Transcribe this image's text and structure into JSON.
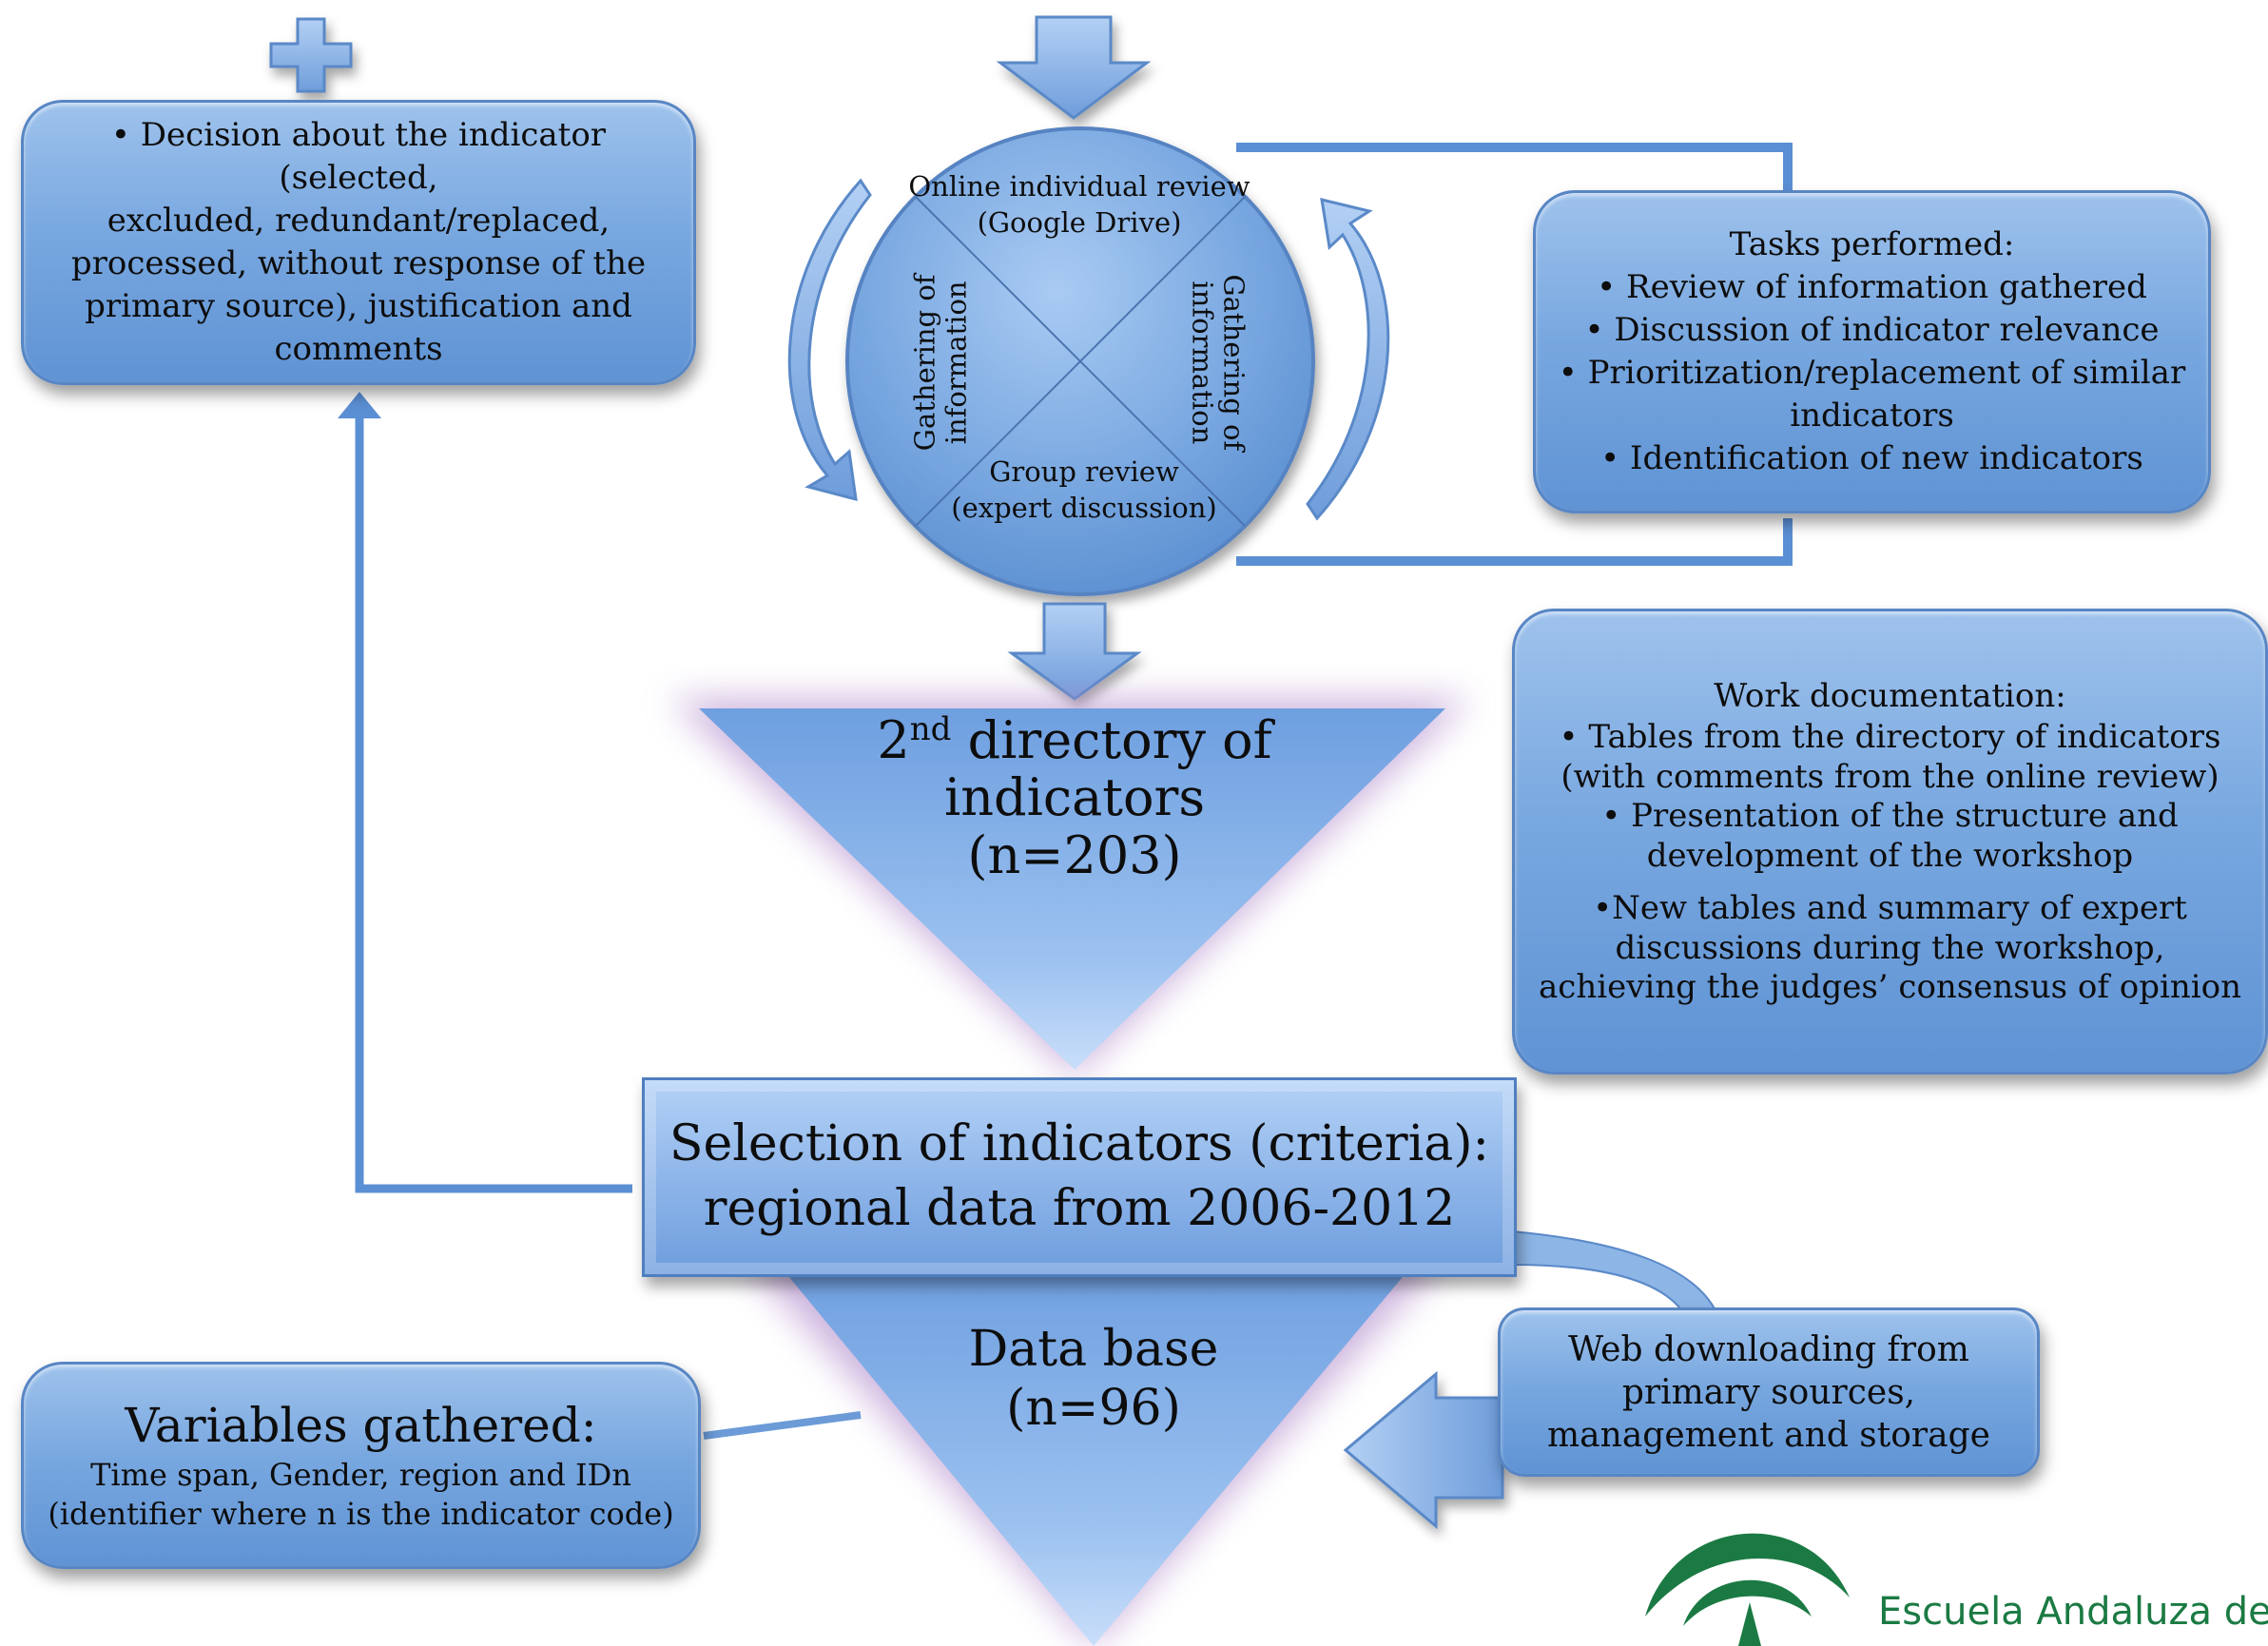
{
  "decision_box": {
    "line1": "• Decision about the indicator (selected,",
    "line2": "excluded, redundant/replaced,",
    "line3": "processed, without response of the",
    "line4": "primary source), justification and",
    "line5": "comments"
  },
  "cycle": {
    "top_label_1": "Online individual review",
    "top_label_2": "(Google Drive)",
    "left_label_1": "Gathering of",
    "left_label_2": "information",
    "right_label_1": "Gathering of",
    "right_label_2": "information",
    "bottom_label_1": "Group review",
    "bottom_label_2": "(expert discussion)"
  },
  "tasks_box": {
    "title": "Tasks performed:",
    "item1": "• Review of information gathered",
    "item2": "• Discussion of indicator relevance",
    "item3": "• Prioritization/replacement of similar",
    "item3b": "indicators",
    "item4": "• Identification of new indicators"
  },
  "directory": {
    "ordinal": "2",
    "ordinal_suffix": "nd",
    "line1_rest": " directory of",
    "line2": "indicators",
    "line3": "(n=203)"
  },
  "documentation_box": {
    "title": "Work documentation:",
    "l1": "• Tables from the directory of indicators",
    "l2": "(with comments from the online review)",
    "l3": "• Presentation of the structure and",
    "l4": "development of the workshop",
    "l5": "•New tables and summary of expert",
    "l6": "discussions during the workshop,",
    "l7": "achieving the judges’ consensus of opinion"
  },
  "selection_box": {
    "line1": "Selection of indicators (criteria):",
    "line2": "regional data from 2006-2012"
  },
  "database": {
    "line1": "Data base",
    "line2": "(n=96)"
  },
  "variables_box": {
    "title": "Variables gathered:",
    "line1": "Time span, Gender, region and IDn",
    "line2": "(identifier where n is the indicator code)"
  },
  "web_box": {
    "line1": "Web downloading from",
    "line2": "primary sources,",
    "line3": "management and storage"
  },
  "logo": {
    "text": "Escuela Andaluza de Salu",
    "color": "#1b7a43"
  },
  "colors": {
    "box_fill": "#79a8e0",
    "box_border": "#5886c4",
    "arrow_fill": "#8db5e6",
    "glow": "#b089c8"
  }
}
